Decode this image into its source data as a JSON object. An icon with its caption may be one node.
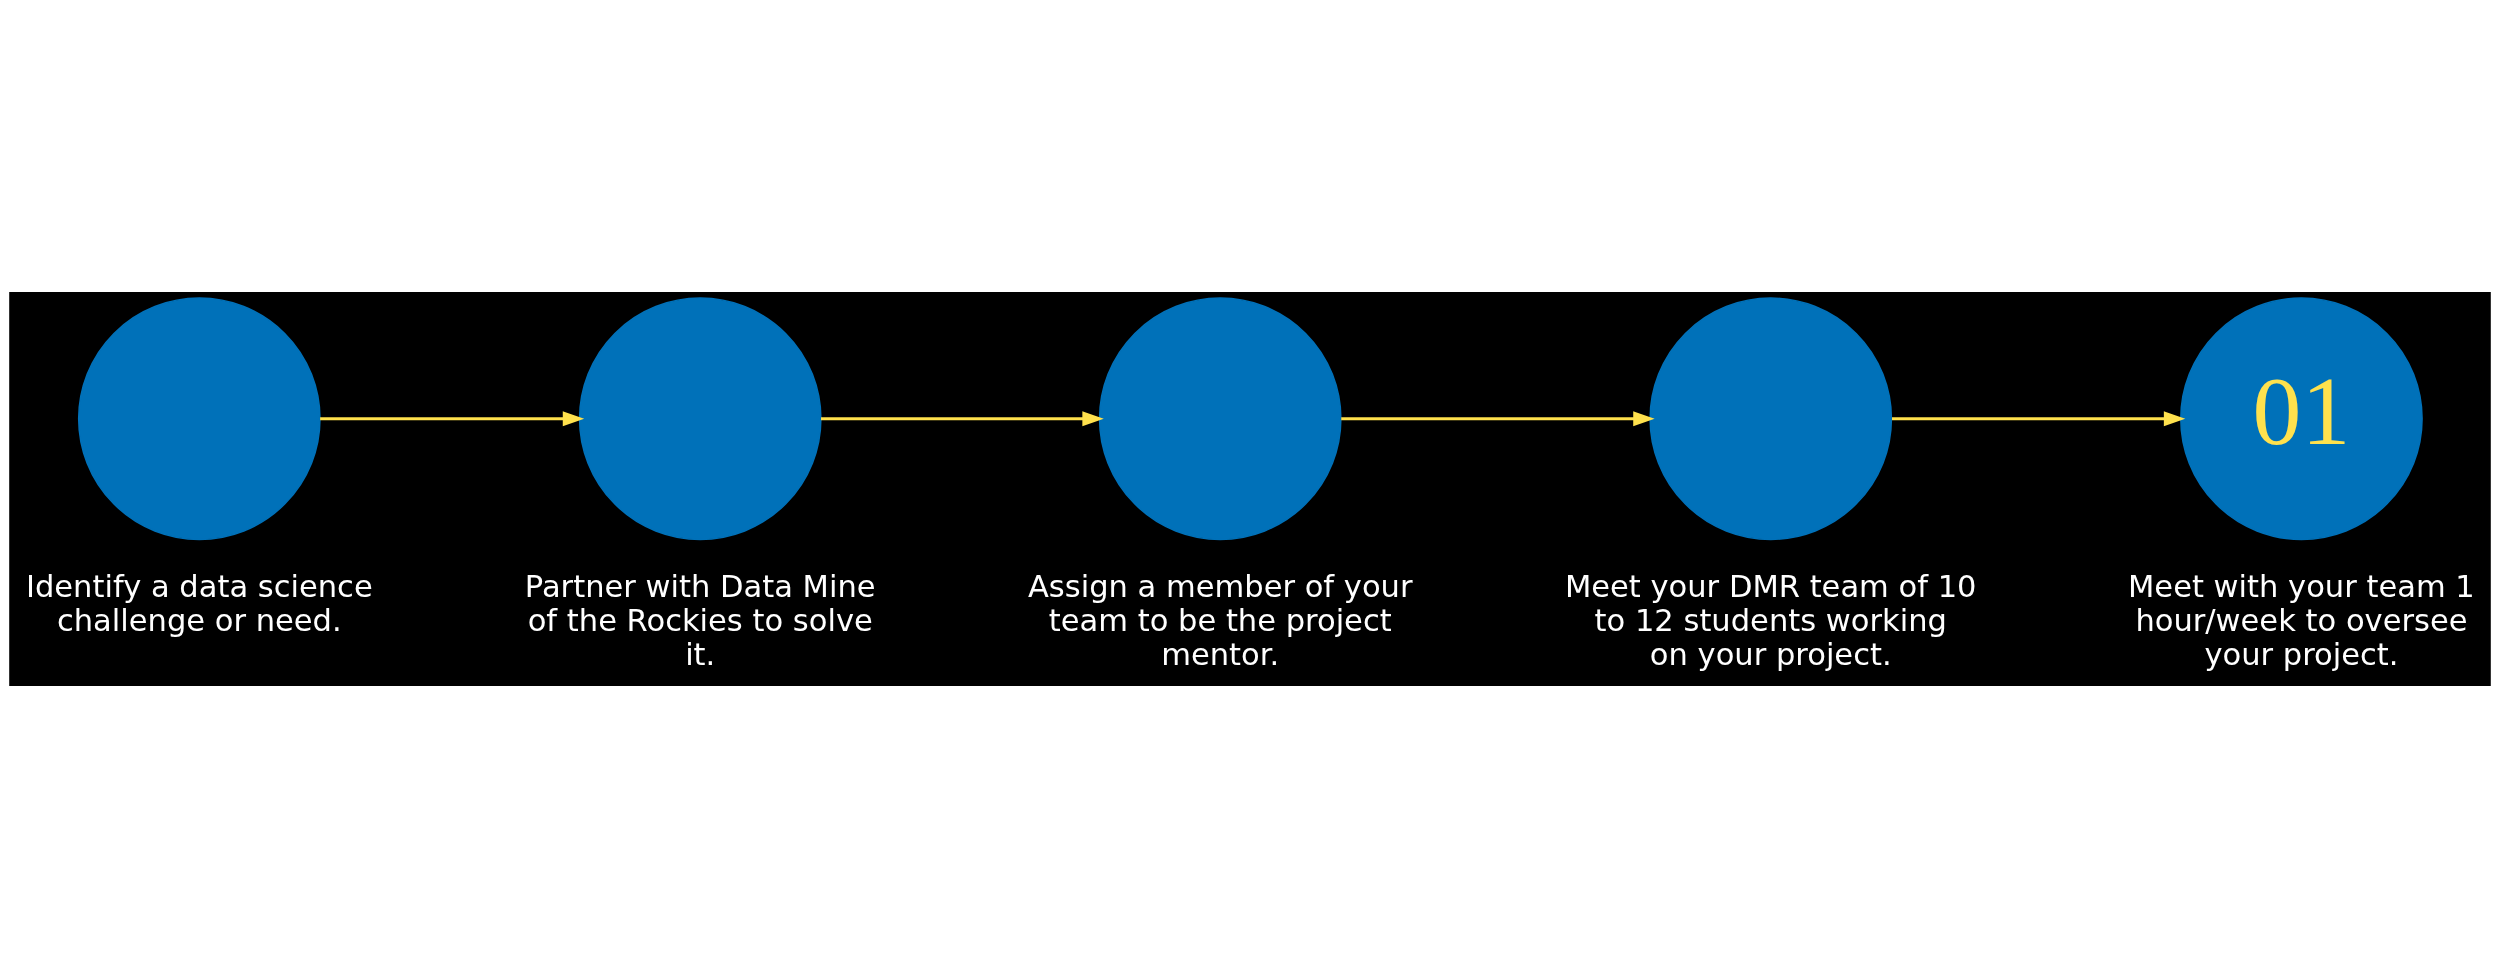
{
  "diagram": {
    "nodes": [
      {
        "text": [],
        "shape": "circle",
        "beside": [
          "Identify a data science challenge or need."
        ]
      },
      {
        "text": [],
        "shape": "circle",
        "beside": [
          "Partner with Data Mine of the Rockies to solve it."
        ]
      },
      {
        "text": [],
        "shape": "circle",
        "beside": [
          "Assign a member of your team to be the project mentor."
        ]
      },
      {
        "text": [],
        "shape": "circle",
        "beside": [
          "Meet your DMR team of 10 to 12 students working on your project."
        ]
      },
      {
        "text": [
          "01"
        ],
        "beside": [
          "Meet with your team 1 hour/week to oversee your project."
        ]
      }
    ],
    "edges": [
      {
        "from": 0,
        "to": 1,
        "arrow": "to"
      },
      {
        "from": 1,
        "to": 2,
        "arrow": "to"
      },
      {
        "from": 2,
        "to": 3,
        "arrow": "to"
      },
      {
        "from": 3,
        "to": 4,
        "arrow": "to"
      }
    ]
  }
}
